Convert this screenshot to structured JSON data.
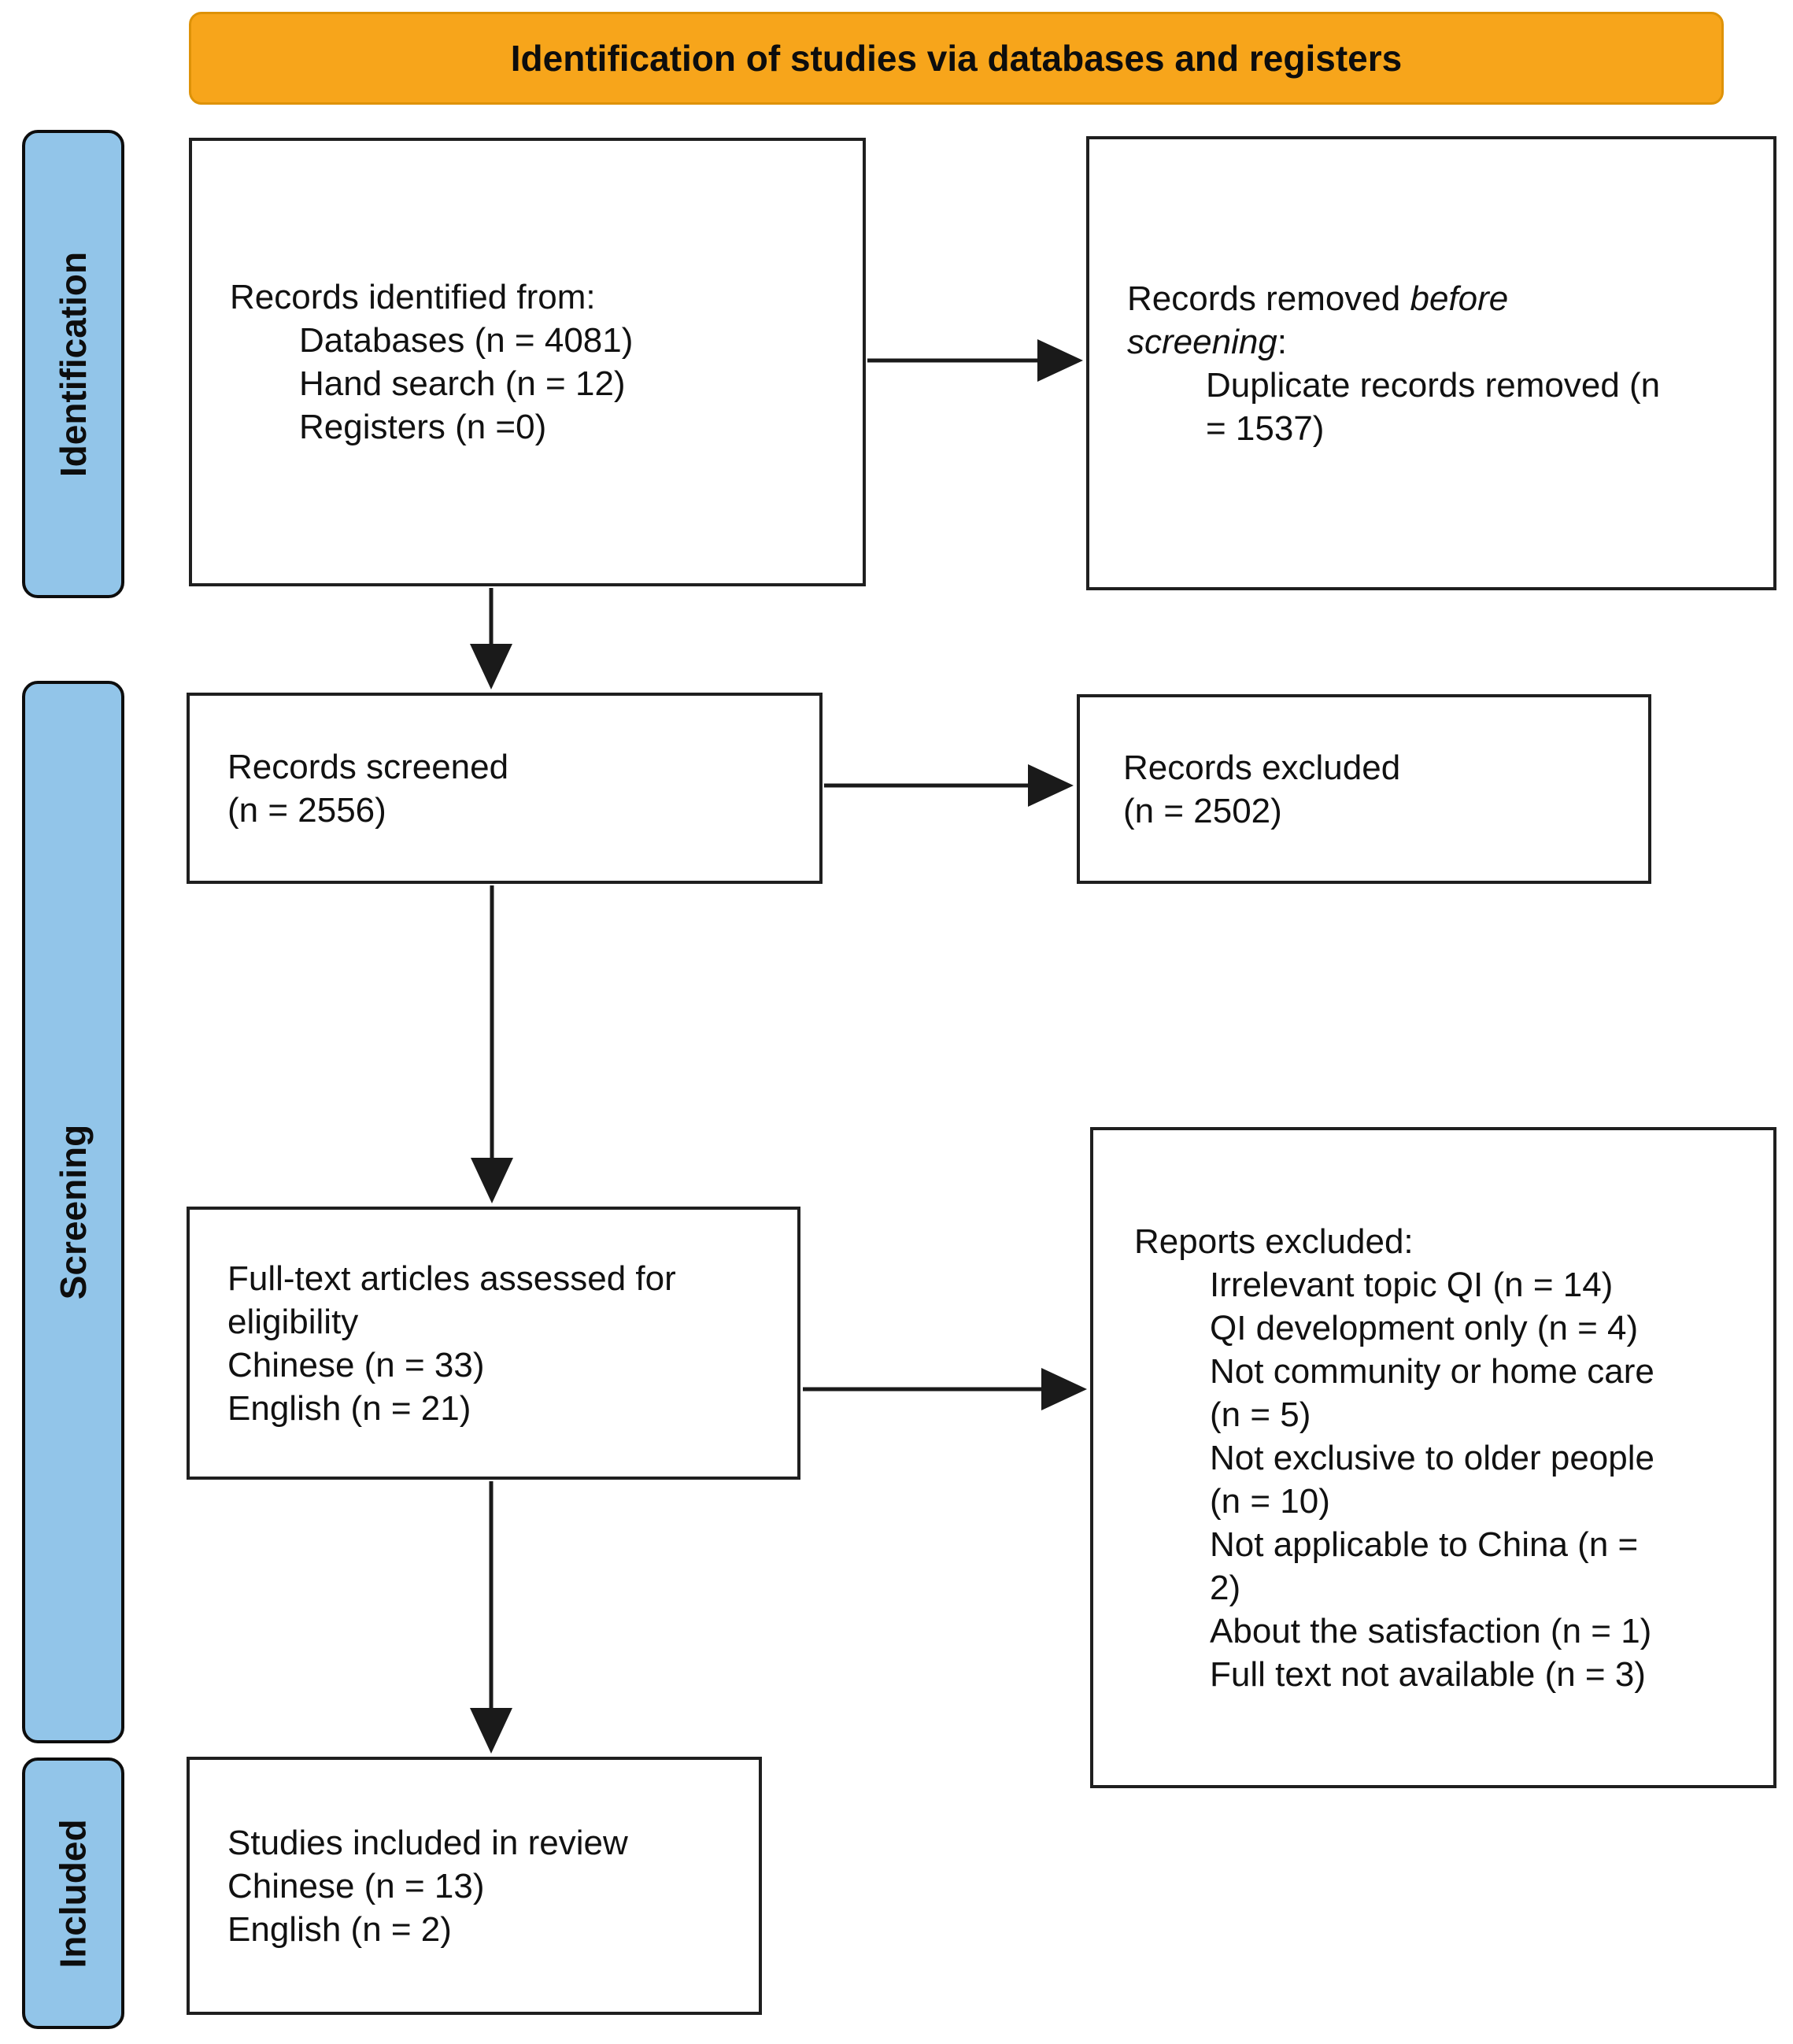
{
  "banner": {
    "label": "Identification of studies via databases and registers"
  },
  "sidebar": [
    {
      "label": "Identification"
    },
    {
      "label": "Screening"
    },
    {
      "label": "Included"
    }
  ],
  "boxes": {
    "records_identified": {
      "lines": [
        {
          "text": "Records identified from:",
          "indent": 0
        },
        {
          "text": "Databases (n = 4081)",
          "indent": 1
        },
        {
          "text": "Hand search (n = 12)",
          "indent": 1
        },
        {
          "text": "Registers (n =0)",
          "indent": 1
        }
      ]
    },
    "records_removed": {
      "lines": [
        {
          "segments": [
            {
              "text": "Records removed "
            },
            {
              "text": "before screening",
              "italic": true
            },
            {
              "text": ":"
            }
          ],
          "indent": 0
        },
        {
          "text": "Duplicate records removed (n = 1537)",
          "indent": 1
        }
      ]
    },
    "records_screened": {
      "lines": [
        {
          "text": "Records screened",
          "indent": 0
        },
        {
          "text": "(n = 2556)",
          "indent": 0
        }
      ]
    },
    "records_excluded": {
      "lines": [
        {
          "text": "Records excluded",
          "indent": 0
        },
        {
          "text": "(n = 2502)",
          "indent": 0
        }
      ]
    },
    "fulltext_assessed": {
      "lines": [
        {
          "text": "Full-text articles assessed for eligibility",
          "indent": 0
        },
        {
          "text": "Chinese (n = 33)",
          "indent": 0
        },
        {
          "text": "English (n = 21)",
          "indent": 0
        }
      ]
    },
    "reports_excluded": {
      "lines": [
        {
          "text": "Reports excluded:",
          "indent": 0
        },
        {
          "text": "Irrelevant topic QI (n = 14)",
          "indent": 1
        },
        {
          "text": "QI development only (n = 4)",
          "indent": 1
        },
        {
          "text": "Not community or home care (n = 5)",
          "indent": 1
        },
        {
          "text": "Not exclusive to older people (n = 10)",
          "indent": 1
        },
        {
          "text": "Not applicable to China (n = 2)",
          "indent": 1
        },
        {
          "text": "About the satisfaction (n = 1)",
          "indent": 1
        },
        {
          "text": "Full text not available (n = 3)",
          "indent": 1
        }
      ]
    },
    "studies_included": {
      "lines": [
        {
          "text": "Studies included in review",
          "indent": 0
        },
        {
          "text": "Chinese (n = 13)",
          "indent": 0
        },
        {
          "text": "English (n = 2)",
          "indent": 0
        }
      ]
    }
  },
  "flow": [
    {
      "from": "records-identified",
      "to": "records-removed-before-screening",
      "direction": "right"
    },
    {
      "from": "records-identified",
      "to": "records-screened",
      "direction": "down"
    },
    {
      "from": "records-screened",
      "to": "records-excluded",
      "direction": "right"
    },
    {
      "from": "records-screened",
      "to": "fulltext-assessed",
      "direction": "down"
    },
    {
      "from": "fulltext-assessed",
      "to": "reports-excluded",
      "direction": "right"
    },
    {
      "from": "fulltext-assessed",
      "to": "studies-included",
      "direction": "down"
    }
  ],
  "colors": {
    "banner_bg": "#F7A51B",
    "sidebar_bg": "#92C5E9",
    "box_border": "#1F1F1F",
    "arrow": "#1A1A1A",
    "text": "#111111"
  }
}
